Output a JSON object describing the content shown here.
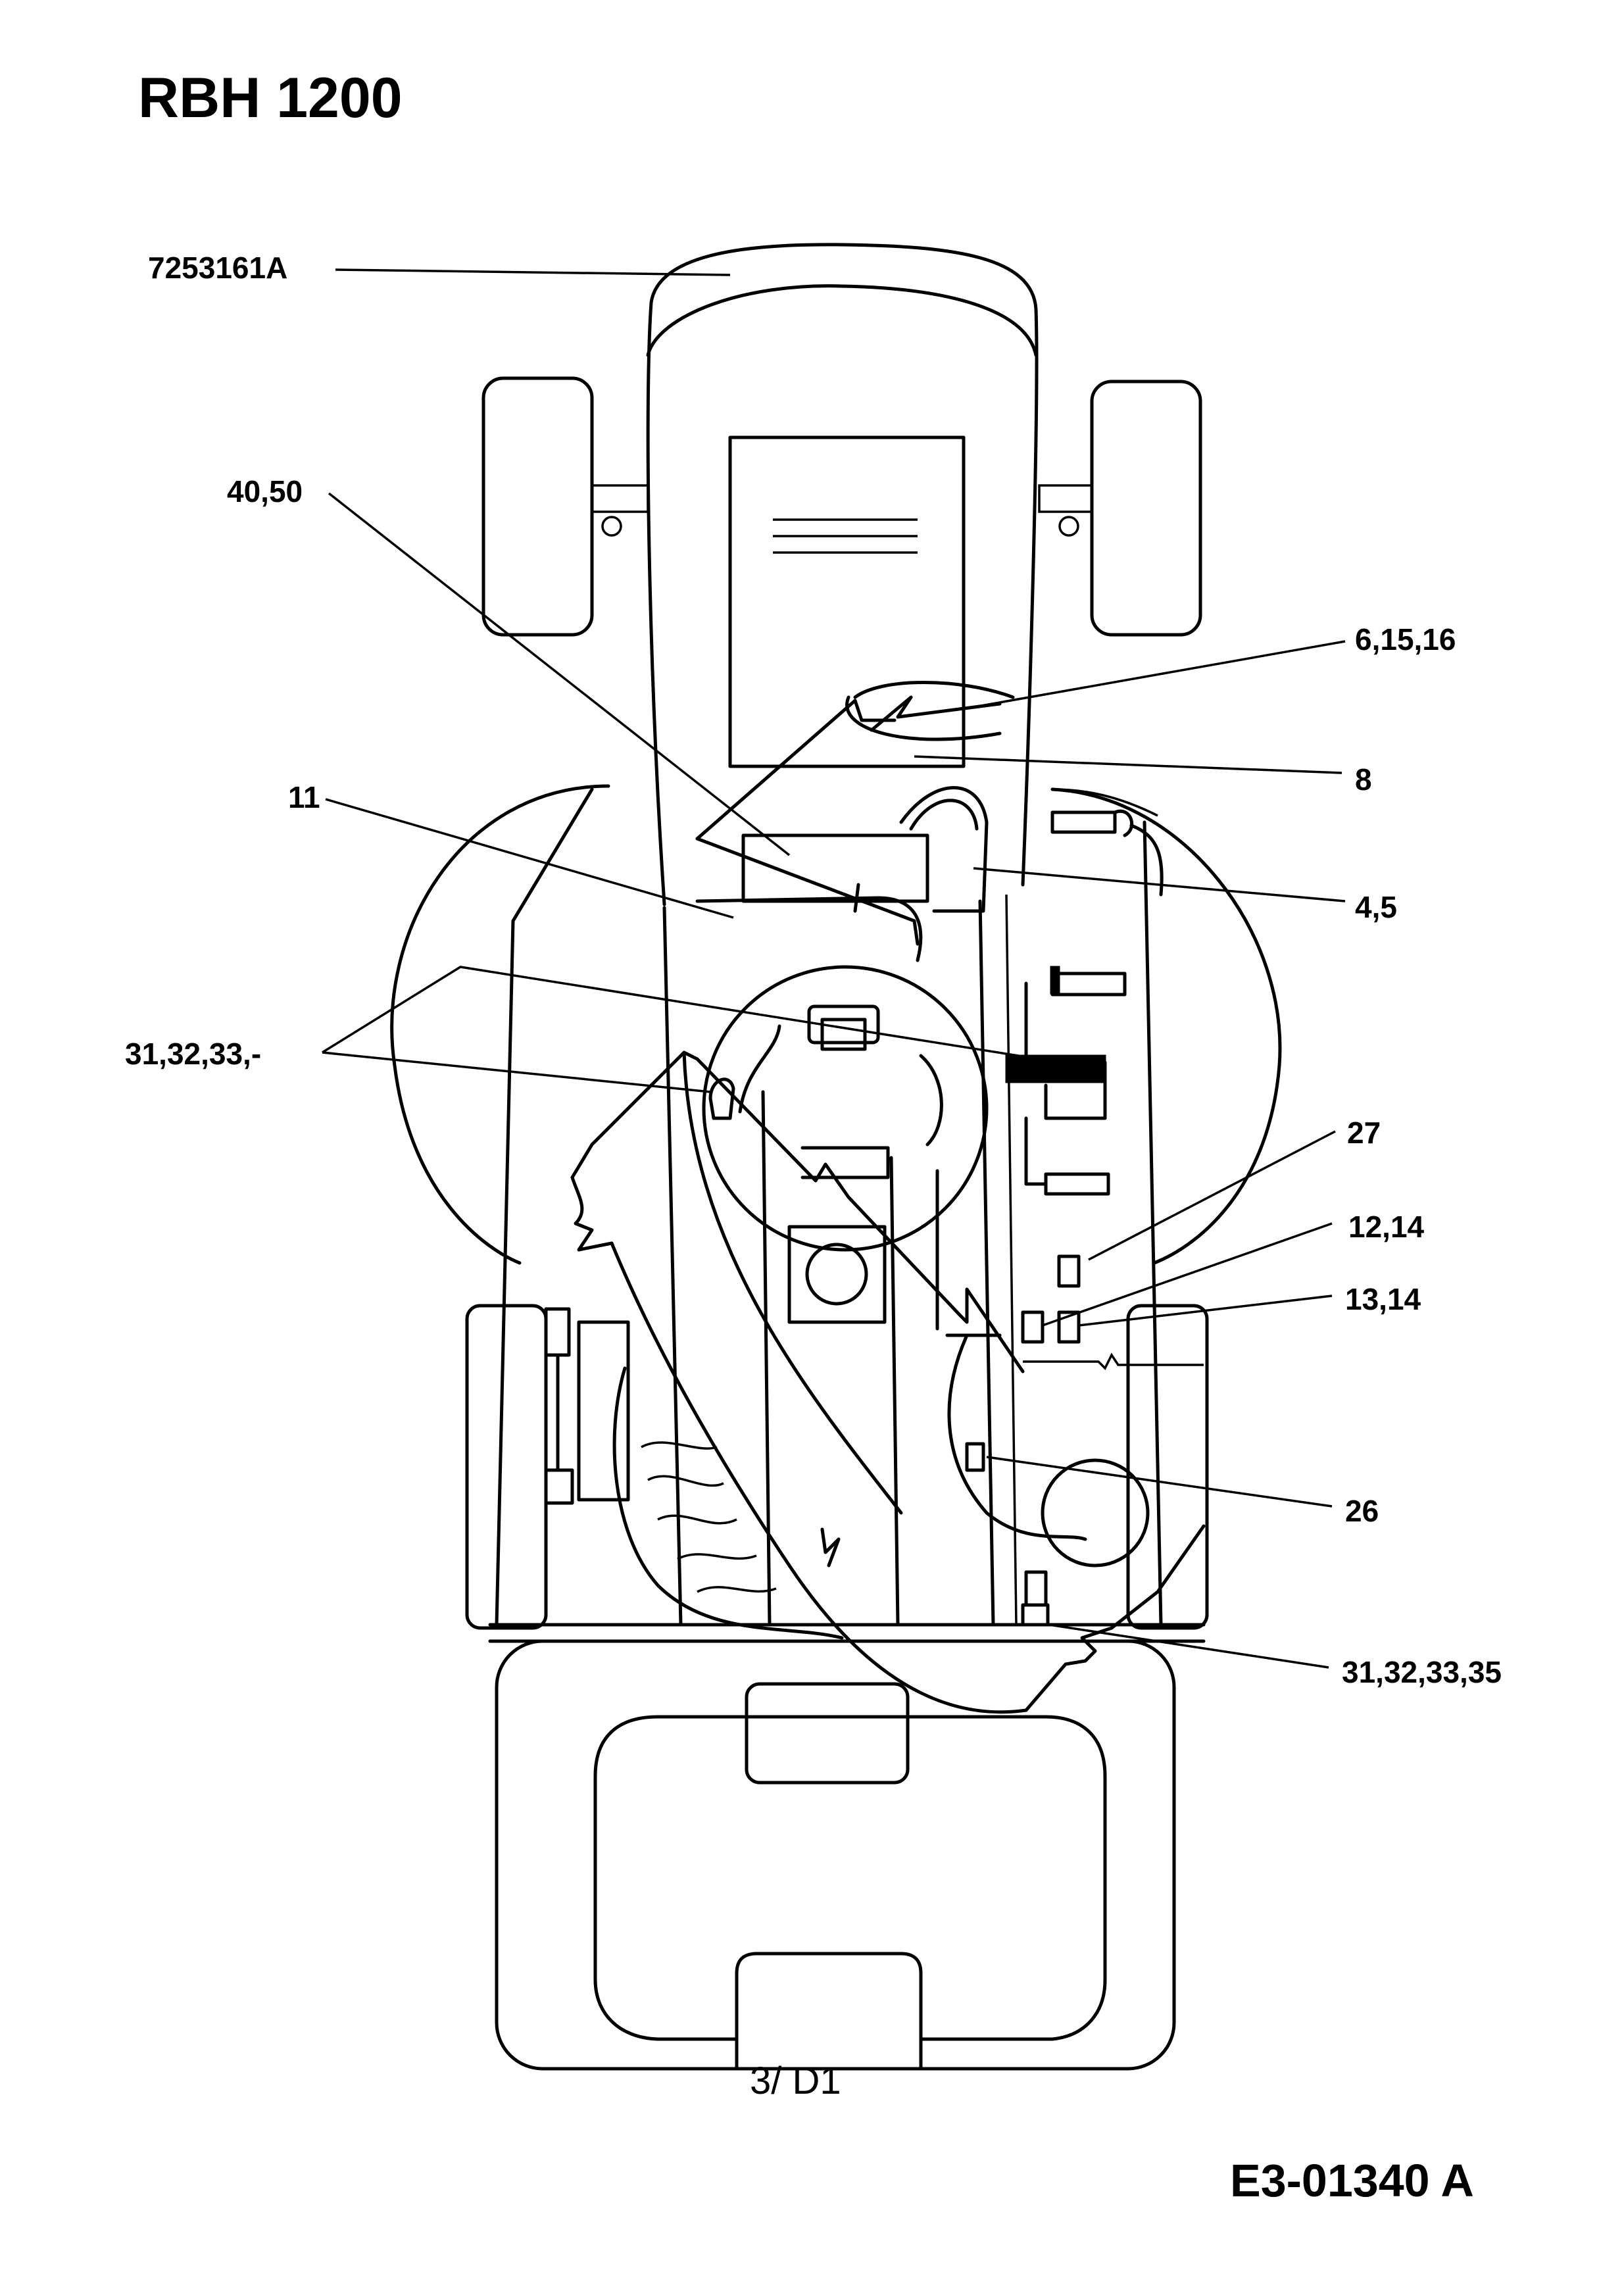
{
  "header": {
    "title": "RBH 1200"
  },
  "footer": {
    "page_ref": "3/ D1",
    "drawing_number": "E3-01340 A"
  },
  "callouts": [
    {
      "id": "7253161A",
      "label": "7253161A"
    },
    {
      "id": "40-50",
      "label": "40,50"
    },
    {
      "id": "6-15-16",
      "label": "6,15,16"
    },
    {
      "id": "8",
      "label": "8"
    },
    {
      "id": "11",
      "label": "11"
    },
    {
      "id": "4-5",
      "label": "4,5"
    },
    {
      "id": "31-32-33",
      "label": "31,32,33,-"
    },
    {
      "id": "27",
      "label": "27"
    },
    {
      "id": "12-14",
      "label": "12,14"
    },
    {
      "id": "13-14",
      "label": "13,14"
    },
    {
      "id": "26",
      "label": "26"
    },
    {
      "id": "31-32-33-35",
      "label": "31,32,33,35"
    }
  ]
}
